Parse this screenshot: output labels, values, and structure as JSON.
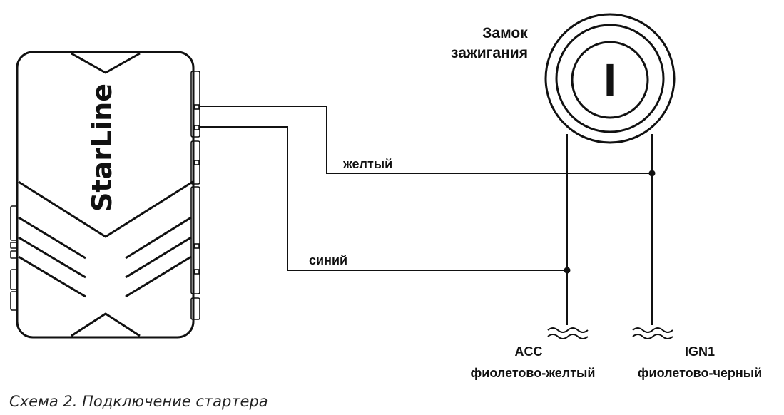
{
  "unit": {
    "brand": "StarLine"
  },
  "ignition_lock": {
    "title_line1": "Замок",
    "title_line2": "зажигания",
    "key_symbol": "I"
  },
  "wires": {
    "yellow": "желтый",
    "blue": "синий"
  },
  "outputs": {
    "acc": {
      "name": "ACC",
      "color": "фиолетово-желтый"
    },
    "ign1": {
      "name": "IGN1",
      "color": "фиолетово-черный"
    }
  },
  "caption": "Схема 2. Подключение стартера"
}
